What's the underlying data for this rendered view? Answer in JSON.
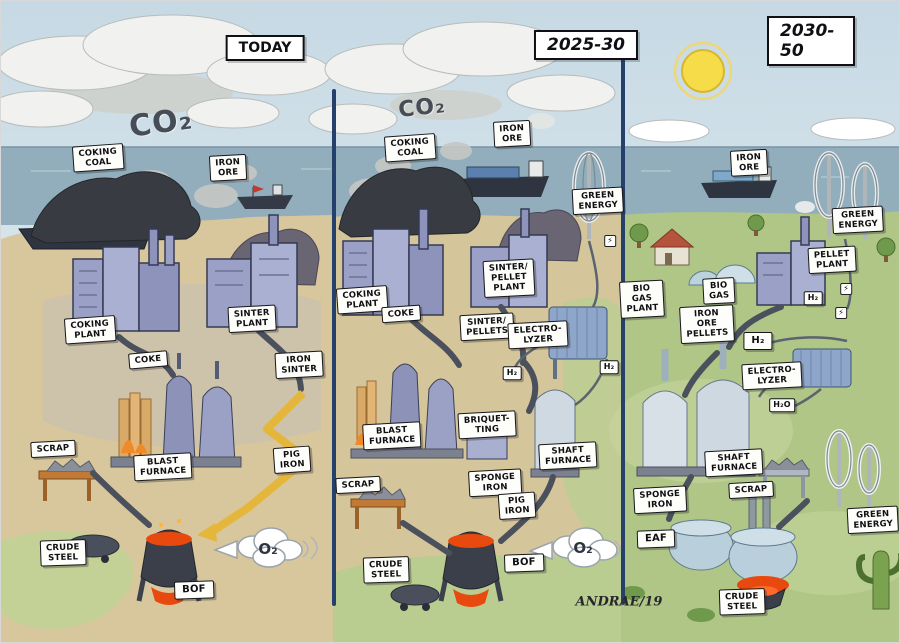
{
  "signature": "ANDRAE/19",
  "icons": {
    "bolt": "⚡"
  },
  "colors": {
    "divider": "#25406b",
    "sky": "#c6d9e4",
    "sea": "#92aebc",
    "sand": "#d8c79d",
    "grass": "#afc687",
    "factory_purple": "#9aa0c6",
    "molten_red": "#e8490f",
    "conveyor_yellow": "#e4b73c"
  },
  "panels": [
    {
      "id": "today",
      "title": "TODAY",
      "labels": {
        "co2": "CO₂",
        "coking_coal": "COKING\nCOAL",
        "iron_ore": "IRON\nORE",
        "coking_plant": "COKING\nPLANT",
        "sinter_plant": "SINTER\nPLANT",
        "coke": "COKE",
        "iron_sinter": "IRON\nSINTER",
        "scrap": "SCRAP",
        "blast_furnace": "BLAST\nFURNACE",
        "pig_iron": "PIG\nIRON",
        "crude_steel": "CRUDE\nSTEEL",
        "bof": "BOF",
        "o2": "O₂"
      }
    },
    {
      "id": "2025-30",
      "title": "2025-30",
      "labels": {
        "co2": "CO₂",
        "coking_coal": "COKING\nCOAL",
        "iron_ore": "IRON\nORE",
        "green_energy": "GREEN\nENERGY",
        "coking_plant": "COKING\nPLANT",
        "coke": "COKE",
        "sinter_pellet_plant": "SINTER/\nPELLET\nPLANT",
        "sinter_pellets": "SINTER/\nPELLETS",
        "electrolyzer": "ELECTRO-\nLYZER",
        "h2_a": "H₂",
        "h2_b": "H₂",
        "blast_furnace": "BLAST\nFURNACE",
        "briquetting": "BRIQUET-\nTING",
        "shaft_furnace": "SHAFT\nFURNACE",
        "scrap": "SCRAP",
        "sponge_iron": "SPONGE\nIRON",
        "pig_iron": "PIG\nIRON",
        "crude_steel": "CRUDE\nSTEEL",
        "bof": "BOF",
        "o2": "O₂"
      }
    },
    {
      "id": "2030-50",
      "title": "2030-50",
      "labels": {
        "iron_ore": "IRON\nORE",
        "green_energy_top": "GREEN\nENERGY",
        "pellet_plant": "PELLET\nPLANT",
        "bio_gas_plant": "BIO\nGAS\nPLANT",
        "bio_gas": "BIO\nGAS",
        "iron_ore_pellets": "IRON\nORE\nPELLETS",
        "h2_small": "H₂",
        "h2": "H₂",
        "electrolyzer": "ELECTRO-\nLYZER",
        "h2o": "H₂O",
        "shaft_furnace": "SHAFT\nFURNACE",
        "sponge_iron": "SPONGE\nIRON",
        "scrap": "SCRAP",
        "eaf": "EAF",
        "green_energy_bottom": "GREEN\nENERGY",
        "crude_steel": "CRUDE\nSTEEL"
      }
    }
  ]
}
